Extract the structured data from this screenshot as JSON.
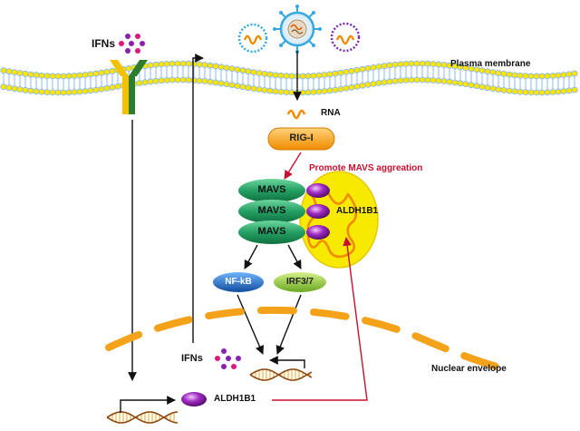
{
  "labels": {
    "ifns_top": "IFNs",
    "plasma_membrane": "Plasma membrane",
    "rna": "RNA",
    "rig_i": "RIG-I",
    "promote": "Promote MAVS aggreation",
    "mavs": [
      "MAVS",
      "MAVS",
      "MAVS"
    ],
    "aldh1b1_mito": "ALDH1B1",
    "nfkb": "NF-kB",
    "irf": "IRF3/7",
    "ifns_bottom": "IFNs",
    "nuclear_envelope": "Nuclear envelope",
    "aldh1b1_bottom": "ALDH1B1"
  },
  "colors": {
    "membrane_head_yellow": "#ffe600",
    "membrane_head_blue": "#7fb2ff",
    "receptor_green": "#2e7d2e",
    "receptor_yellow": "#f2c200",
    "rig_i_orange": "#f5a623",
    "mavs_green": "#2fa86e",
    "mito_yellow": "#f7ea00",
    "aldh1b1_purple": "#8b1a9e",
    "nfkb_blue": "#2a6fc7",
    "irf_green": "#8cc63f",
    "nucleus_orange": "#f3a21a",
    "promote_red": "#d0021b",
    "ifn_dot_purple": "#8a1fb0",
    "ifn_dot_pink": "#e0187a"
  }
}
